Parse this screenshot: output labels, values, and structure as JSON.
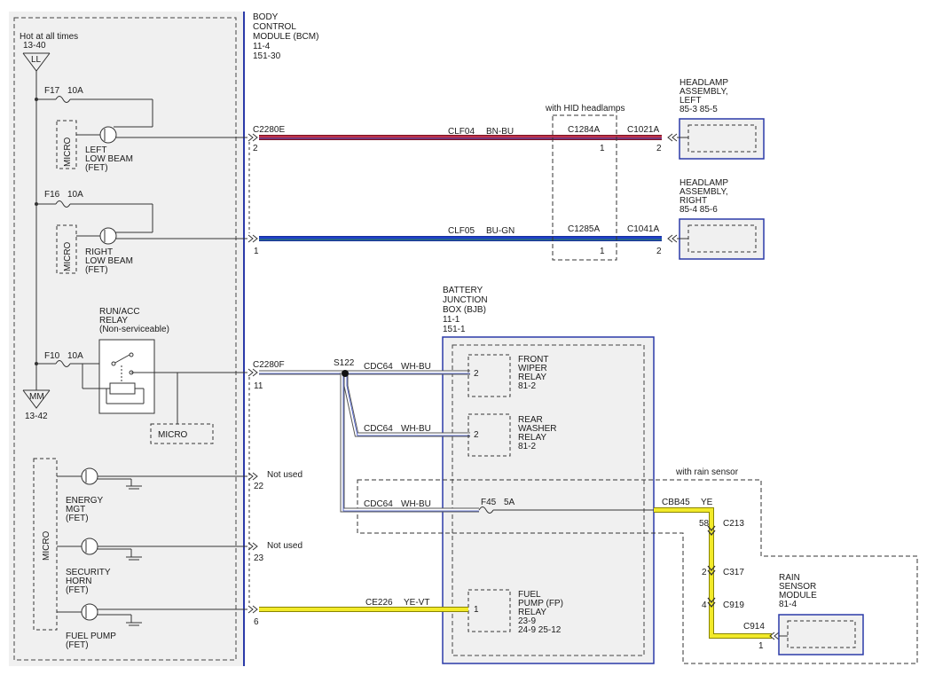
{
  "colors": {
    "module_fill": "#f0f0f0",
    "module_border": "#2b3aa8",
    "wire_red": "#c0334a",
    "wire_blue": "#1f3fc9",
    "wire_yellow": "#f2ea2a",
    "wire_white": "#ffffff",
    "line": "#333333"
  },
  "bcm": {
    "title_lines": [
      "BODY",
      "CONTROL",
      "MODULE (BCM)",
      "11-4",
      "151-30"
    ],
    "hot_label": "Hot at all times",
    "hot_ref": "13-40",
    "ll_label": "LL",
    "mm_label": "MM",
    "mm_ref": "13-42",
    "fuses": [
      {
        "name": "F17",
        "rating": "10A"
      },
      {
        "name": "F16",
        "rating": "10A"
      },
      {
        "name": "F10",
        "rating": "10A"
      }
    ],
    "micro_label": "MICRO",
    "outputs": [
      {
        "lines": [
          "LEFT",
          "LOW BEAM",
          "(FET)"
        ]
      },
      {
        "lines": [
          "RIGHT",
          "LOW BEAM",
          "(FET)"
        ]
      },
      {
        "lines": [
          "ENERGY",
          "MGT",
          "(FET)"
        ]
      },
      {
        "lines": [
          "SECURITY",
          "HORN",
          "(FET)"
        ]
      },
      {
        "lines": [
          "FUEL PUMP",
          "(FET)"
        ]
      }
    ],
    "relay_lines": [
      "RUN/ACC",
      "RELAY",
      "(Non-serviceable)"
    ]
  },
  "connectors": {
    "c2280e": {
      "name": "C2280E",
      "pin_top": "2",
      "pin_bottom": "1"
    },
    "c2280f": {
      "name": "C2280F",
      "pin": "11"
    },
    "pin22": "22",
    "pin23": "23",
    "pin6": "6",
    "not_used": "Not used",
    "c1284a": {
      "name": "C1284A",
      "pin": "1"
    },
    "c1285a": {
      "name": "C1285A",
      "pin": "1"
    },
    "c1021a": {
      "name": "C1021A",
      "pin": "2"
    },
    "c1041a": {
      "name": "C1041A",
      "pin": "2"
    },
    "s122": "S122",
    "c213": {
      "name": "C213",
      "pin": "58"
    },
    "c317": {
      "name": "C317",
      "pin": "2"
    },
    "c919": {
      "name": "C919",
      "pin": "4"
    },
    "c914": {
      "name": "C914",
      "pin": "1"
    }
  },
  "wires": {
    "clf04": {
      "circuit": "CLF04",
      "color": "BN-BU"
    },
    "clf05": {
      "circuit": "CLF05",
      "color": "BU-GN"
    },
    "cdc64a": {
      "circuit": "CDC64",
      "color": "WH-BU"
    },
    "cdc64b": {
      "circuit": "CDC64",
      "color": "WH-BU"
    },
    "cdc64c": {
      "circuit": "CDC64",
      "color": "WH-BU"
    },
    "ce226": {
      "circuit": "CE226",
      "color": "YE-VT"
    },
    "cbb45": {
      "circuit": "CBB45",
      "color": "YE"
    }
  },
  "hid_note": "with HID headlamps",
  "rain_note": "with rain sensor",
  "headlamp_left": {
    "lines": [
      "HEADLAMP",
      "ASSEMBLY,",
      "LEFT",
      "85-3  85-5"
    ]
  },
  "headlamp_right": {
    "lines": [
      "HEADLAMP",
      "ASSEMBLY,",
      "RIGHT",
      "85-4  85-6"
    ]
  },
  "bjb": {
    "title_lines": [
      "BATTERY",
      "JUNCTION",
      "BOX (BJB)",
      "11-1",
      "151-1"
    ],
    "front_wiper": {
      "pin": "2",
      "lines": [
        "FRONT",
        "WIPER",
        "RELAY",
        "81-2"
      ]
    },
    "rear_washer": {
      "pin": "2",
      "lines": [
        "REAR",
        "WASHER",
        "RELAY",
        "81-2"
      ]
    },
    "fuse": {
      "name": "F45",
      "rating": "5A"
    },
    "fuel_pump": {
      "pin": "1",
      "lines": [
        "FUEL",
        "PUMP (FP)",
        "RELAY",
        "23-9",
        "24-9      25-12"
      ]
    }
  },
  "rain_sensor": {
    "lines": [
      "RAIN",
      "SENSOR",
      "MODULE",
      "81-4"
    ]
  }
}
